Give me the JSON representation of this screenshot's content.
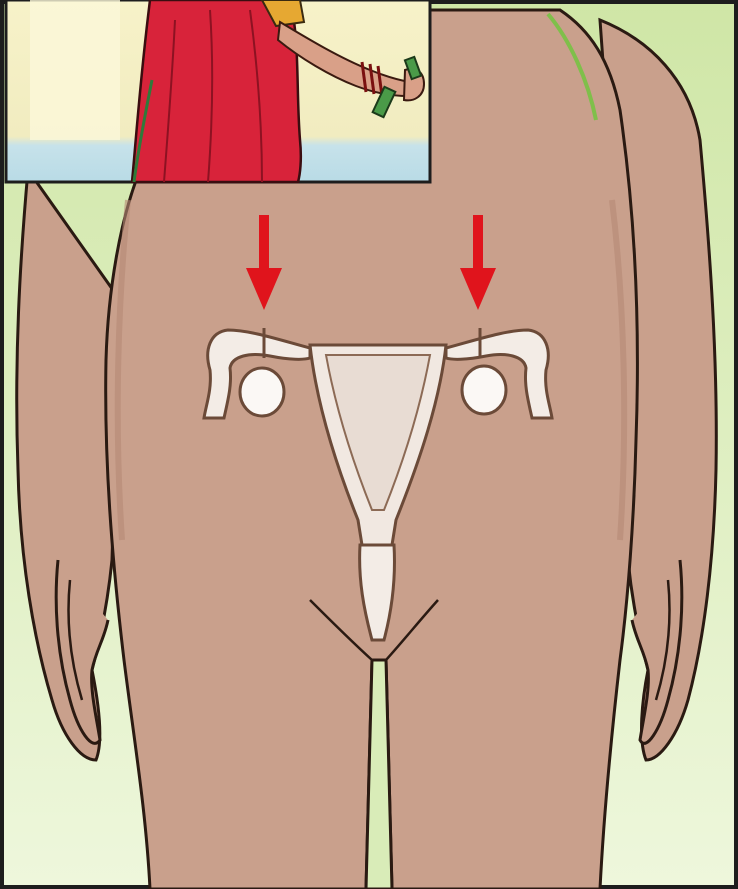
{
  "illustration": {
    "subject": "female-reproductive-system-tubal-ligation",
    "colors": {
      "background_top": "#d9ecb8",
      "background_bottom": "#eef7dc",
      "skin": "#c9a08c",
      "skin_shade": "#b58975",
      "outline": "#2a1a12",
      "organ_fill": "#f3ece6",
      "organ_outline": "#6b4a38",
      "arrow": "#e0141c",
      "sari_red": "#d8233a",
      "inset_bg": "#f4f0c8",
      "inset_floor": "#bfe0ea"
    },
    "arrows": [
      {
        "name": "left-tube-arrow",
        "target": "left-fallopian-tube"
      },
      {
        "name": "right-tube-arrow",
        "target": "right-fallopian-tube"
      }
    ],
    "inset": {
      "description_icon": "woman-in-sari-icon"
    }
  }
}
